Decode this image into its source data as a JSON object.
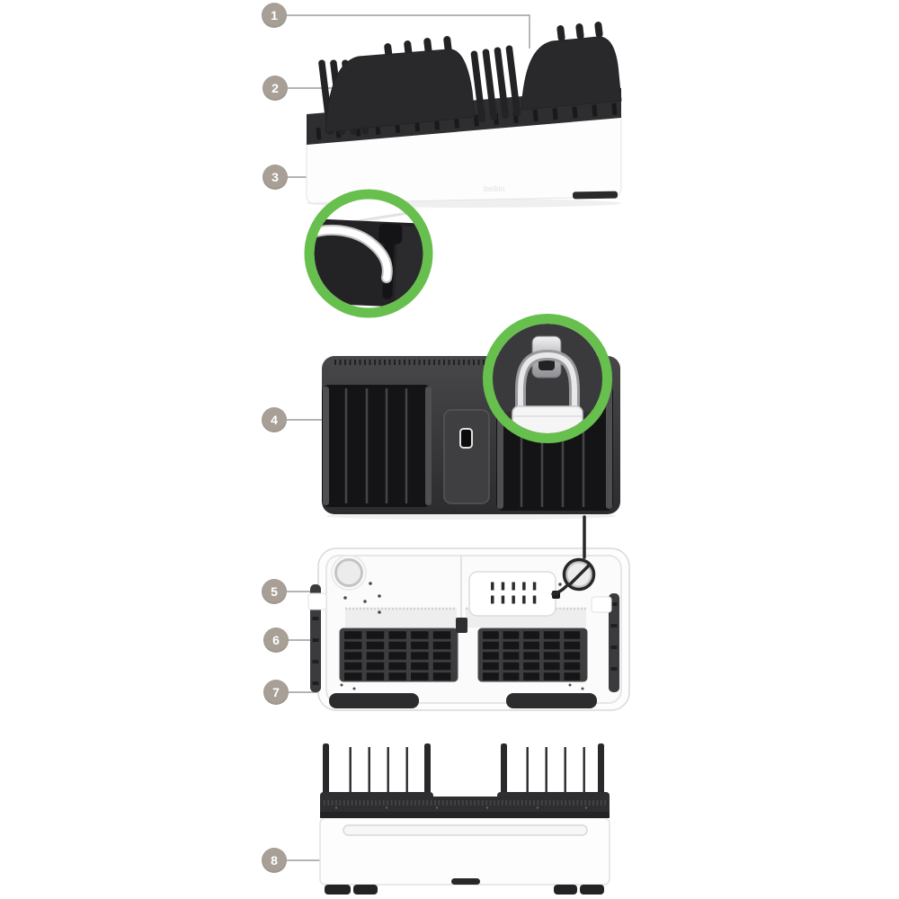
{
  "figure": {
    "brand_mark": "belkin"
  },
  "callouts": [
    {
      "number": "1"
    },
    {
      "number": "2"
    },
    {
      "number": "3"
    },
    {
      "number": "4"
    },
    {
      "number": "5"
    },
    {
      "number": "6"
    },
    {
      "number": "7"
    },
    {
      "number": "8"
    }
  ],
  "colors": {
    "background": "#ffffff",
    "callout_circle": "#a8a096",
    "callout_number": "#ffffff",
    "leader_line": "#9b9b9b",
    "highlight_ring_green": "#67bf4d",
    "device_dark": "#29292b",
    "device_panel_dark": "#3a3a3d",
    "device_body_white": "#fdfdfd",
    "grid_slot_dark": "#151517",
    "metal_silver": "#c9c9cb",
    "cable_white": "#ffffff"
  }
}
